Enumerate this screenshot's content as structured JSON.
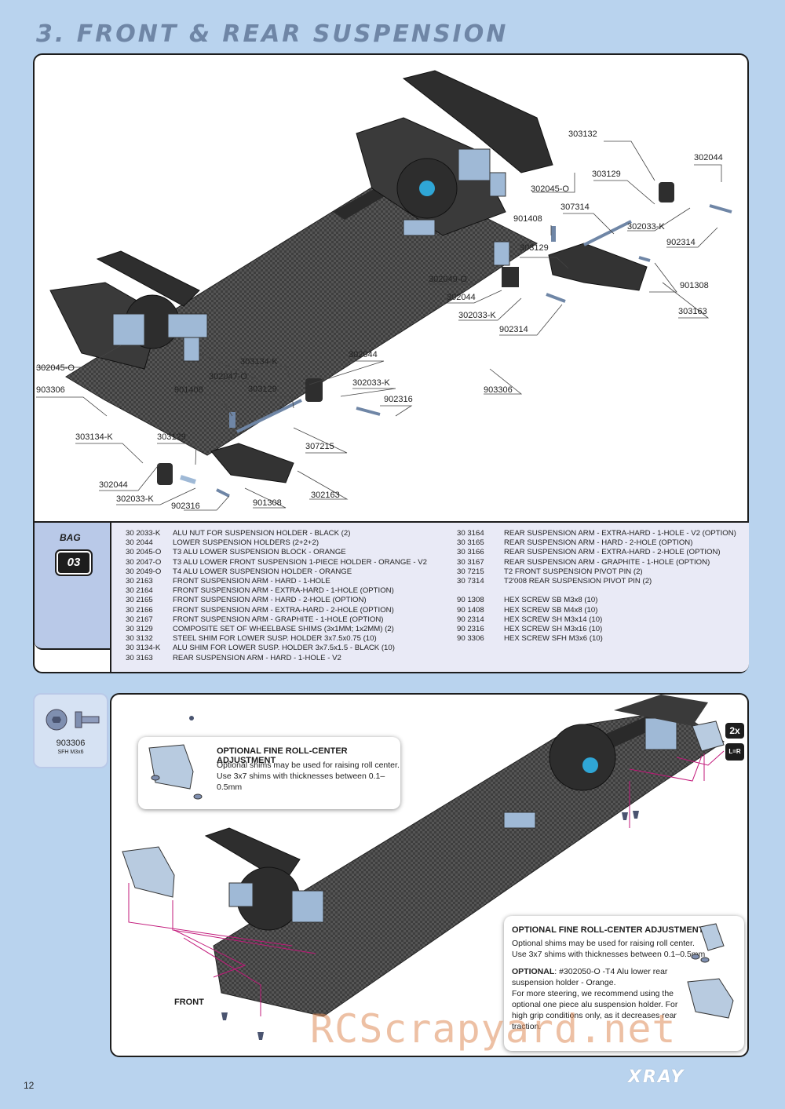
{
  "header": {
    "title": "3. FRONT & REAR SUSPENSION"
  },
  "bag": {
    "label": "BAG",
    "number": "03"
  },
  "callouts": [
    "303132",
    "302044",
    "303129",
    "302045-O",
    "307314",
    "901408",
    "302033-K",
    "902314",
    "303129",
    "302049-O",
    "901308",
    "302044",
    "303163",
    "302033-K",
    "902314",
    "302045-O",
    "302047-O",
    "303134-K",
    "302044",
    "302033-K",
    "303129",
    "903306",
    "901408",
    "902316",
    "307215",
    "903306",
    "303134-K",
    "303129",
    "302044",
    "302163",
    "302033-K",
    "902316",
    "901308"
  ],
  "parts_left": [
    {
      "code": "30 2033-K",
      "desc": "ALU NUT FOR SUSPENSION HOLDER - BLACK (2)"
    },
    {
      "code": "30 2044",
      "desc": "LOWER SUSPENSION HOLDERS (2+2+2)"
    },
    {
      "code": "30 2045-O",
      "desc": "T3 ALU LOWER SUSPENSION BLOCK - ORANGE"
    },
    {
      "code": "30 2047-O",
      "desc": "T3 ALU LOWER FRONT SUSPENSION 1-PIECE HOLDER - ORANGE - V2"
    },
    {
      "code": "30 2049-O",
      "desc": "T4 ALU LOWER SUSPENSION HOLDER - ORANGE"
    },
    {
      "code": "30 2163",
      "desc": "FRONT SUSPENSION ARM - HARD - 1-HOLE"
    },
    {
      "code": "30 2164",
      "desc": "FRONT SUSPENSION ARM - EXTRA-HARD - 1-HOLE (OPTION)"
    },
    {
      "code": "30 2165",
      "desc": "FRONT SUSPENSION ARM - HARD - 2-HOLE (OPTION)"
    },
    {
      "code": "30 2166",
      "desc": "FRONT SUSPENSION ARM - EXTRA-HARD - 2-HOLE (OPTION)"
    },
    {
      "code": "30 2167",
      "desc": "FRONT SUSPENSION ARM - GRAPHITE - 1-HOLE (OPTION)"
    },
    {
      "code": "30 3129",
      "desc": "COMPOSITE SET OF WHEELBASE SHIMS (3x1MM; 1x2MM) (2)"
    },
    {
      "code": "30 3132",
      "desc": "STEEL SHIM FOR LOWER SUSP. HOLDER 3x7.5x0.75 (10)"
    },
    {
      "code": "30 3134-K",
      "desc": "ALU SHIM FOR LOWER SUSP. HOLDER 3x7.5x1.5 - BLACK (10)"
    },
    {
      "code": "30 3163",
      "desc": "REAR SUSPENSION ARM - HARD - 1-HOLE - V2"
    }
  ],
  "parts_right": [
    {
      "code": "30 3164",
      "desc": "REAR SUSPENSION ARM - EXTRA-HARD - 1-HOLE - V2 (OPTION)"
    },
    {
      "code": "30 3165",
      "desc": "REAR SUSPENSION ARM - HARD - 2-HOLE (OPTION)"
    },
    {
      "code": "30 3166",
      "desc": "REAR SUSPENSION ARM - EXTRA-HARD - 2-HOLE (OPTION)"
    },
    {
      "code": "30 3167",
      "desc": "REAR SUSPENSION ARM - GRAPHITE - 1-HOLE (OPTION)"
    },
    {
      "code": "30 7215",
      "desc": "T2 FRONT SUSPENSION PIVOT PIN (2)"
    },
    {
      "code": "30 7314",
      "desc": "T2'008 REAR SUSPENSION PIVOT PIN (2)"
    },
    {
      "code": "",
      "desc": ""
    },
    {
      "code": "90 1308",
      "desc": "HEX SCREW SB M3x8  (10)"
    },
    {
      "code": "90 1408",
      "desc": "HEX SCREW SB M4x8  (10)"
    },
    {
      "code": "90 2314",
      "desc": "HEX SCREW SH M3x14  (10)"
    },
    {
      "code": "90 2316",
      "desc": "HEX SCREW SH M3x16  (10)"
    },
    {
      "code": "90 3306",
      "desc": "HEX SCREW SFH M3x6  (10)"
    }
  ],
  "screw": {
    "code": "903306",
    "sub": "SFH M3x6"
  },
  "note_front": {
    "title": "OPTIONAL FINE ROLL-CENTER ADJUSTMENT",
    "line1": "Optional shims may be used for raising roll center.",
    "line2": "Use 3x7 shims with thicknesses between 0.1–0.5mm"
  },
  "note_rear": {
    "title": "OPTIONAL FINE ROLL-CENTER ADJUSTMENT",
    "line1": "Optional shims may be used for raising roll center.",
    "line2": "Use 3x7 shims with thicknesses between 0.1–0.5mm",
    "opt_label": "OPTIONAL",
    "opt_text1": ": #302050-O -T4 Alu lower rear",
    "opt_text2": "suspension holder - Orange.",
    "opt_text3": "For more steering, we recommend using the",
    "opt_text4": "optional one piece alu suspension holder. For",
    "opt_text5": "high grip conditions only, as it decreases rear",
    "opt_text6": "traction."
  },
  "badges": {
    "qty": "2x",
    "lr": "L=R"
  },
  "front_label": "FRONT",
  "watermark": "RCScrapyard.net",
  "page_number": "12",
  "brand": "XRAY",
  "colors": {
    "background": "#b9d3ee",
    "title": "#6f86a6",
    "accent": "#c2187a",
    "chassis": "#4a4a4a",
    "alu": "#9fb9d6"
  }
}
